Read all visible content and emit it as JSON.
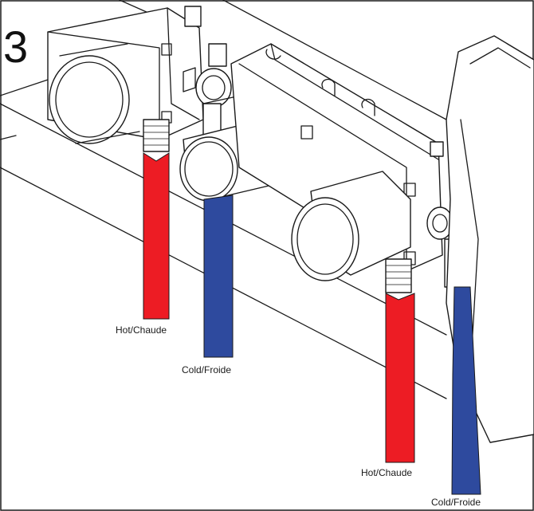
{
  "step_number": "3",
  "labels": {
    "left_hot": "Hot/Chaude",
    "left_cold": "Cold/Froide",
    "right_hot": "Hot/Chaude",
    "right_cold": "Cold/Froide"
  },
  "colors": {
    "hot_pipe": "#ed1c24",
    "cold_pipe": "#2e4a9e",
    "outline": "#1a1a1a",
    "background": "#ffffff"
  }
}
